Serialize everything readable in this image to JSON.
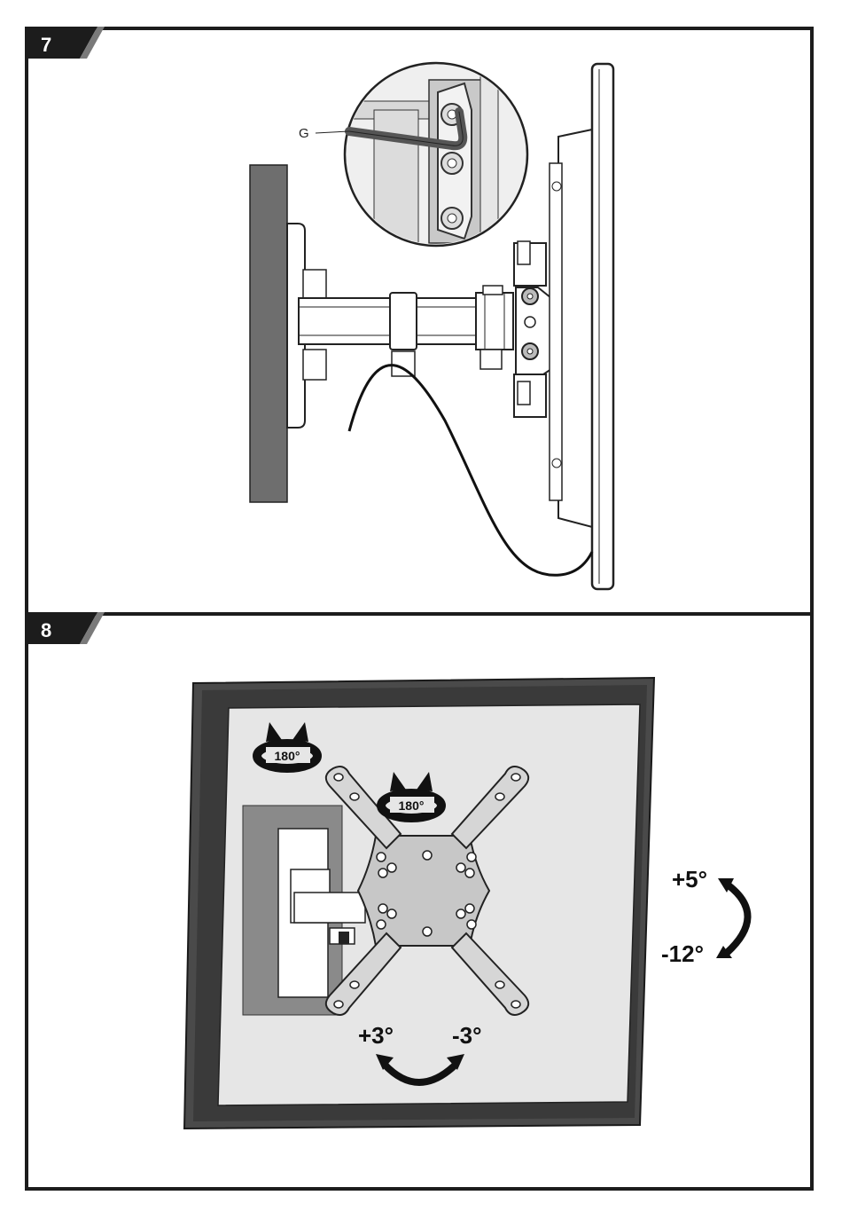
{
  "steps": [
    {
      "number": "7",
      "callout_label": "G"
    },
    {
      "number": "8",
      "rotation_label_1": "180°",
      "rotation_label_2": "180°",
      "tilt_up": "+5°",
      "tilt_down": "-12°",
      "swivel_left": "+3°",
      "swivel_right": "-3°"
    }
  ],
  "colors": {
    "frame": "#1c1c1c",
    "tab_grey": "#7a7a7a",
    "wall": "#6e6e6e",
    "tv_frame": "#4a4a4a",
    "screen": "#e6e6e6",
    "plate": "#9a9a9a"
  }
}
